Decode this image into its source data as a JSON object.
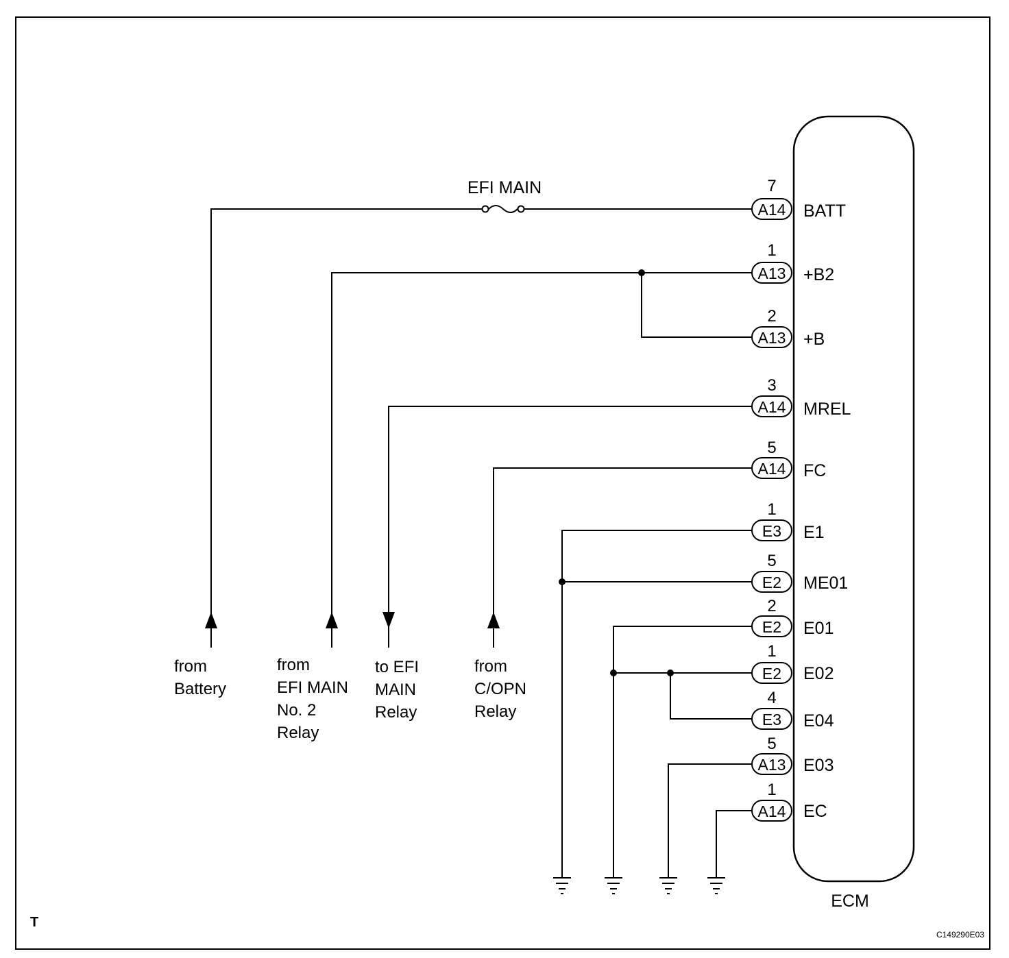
{
  "fuse_label": "EFI MAIN",
  "ecm_label": "ECM",
  "page_mark": "T",
  "figure_code": "C149290E03",
  "pins": [
    {
      "pin": "7",
      "connector": "A14",
      "terminal": "BATT"
    },
    {
      "pin": "1",
      "connector": "A13",
      "terminal": "+B2"
    },
    {
      "pin": "2",
      "connector": "A13",
      "terminal": "+B"
    },
    {
      "pin": "3",
      "connector": "A14",
      "terminal": "MREL"
    },
    {
      "pin": "5",
      "connector": "A14",
      "terminal": "FC"
    },
    {
      "pin": "1",
      "connector": "E3",
      "terminal": "E1"
    },
    {
      "pin": "5",
      "connector": "E2",
      "terminal": "ME01"
    },
    {
      "pin": "2",
      "connector": "E2",
      "terminal": "E01"
    },
    {
      "pin": "1",
      "connector": "E2",
      "terminal": "E02"
    },
    {
      "pin": "4",
      "connector": "E3",
      "terminal": "E04"
    },
    {
      "pin": "5",
      "connector": "A13",
      "terminal": "E03"
    },
    {
      "pin": "1",
      "connector": "A14",
      "terminal": "EC"
    }
  ],
  "sources": [
    {
      "lines": [
        "from",
        "Battery"
      ],
      "direction": "up"
    },
    {
      "lines": [
        "from",
        "EFI MAIN",
        "No. 2",
        "Relay"
      ],
      "direction": "up"
    },
    {
      "lines": [
        "to EFI",
        "MAIN",
        "Relay"
      ],
      "direction": "down"
    },
    {
      "lines": [
        "from",
        "C/OPN",
        "Relay"
      ],
      "direction": "up"
    }
  ]
}
